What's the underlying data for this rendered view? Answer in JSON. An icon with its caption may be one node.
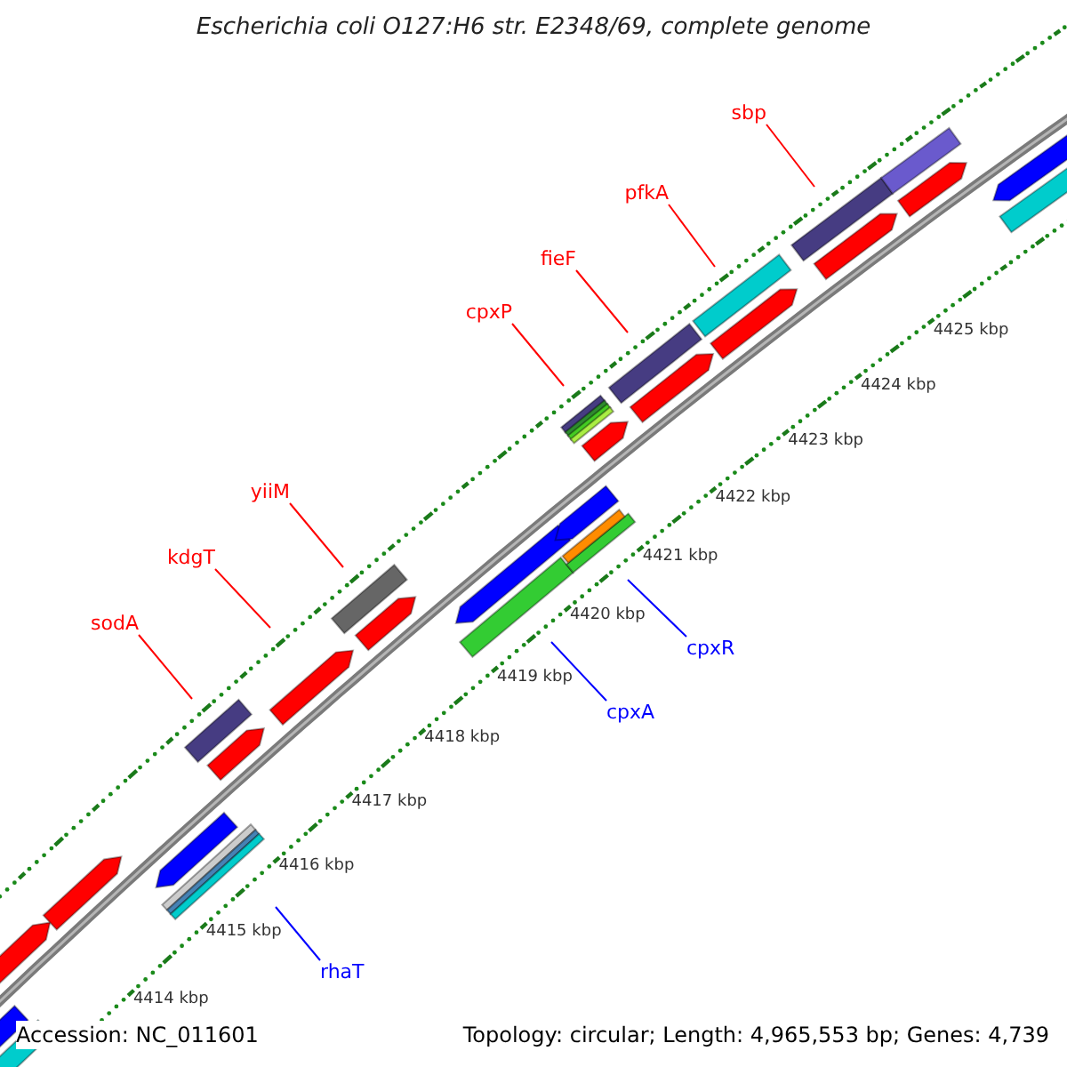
{
  "diagram": {
    "title": "Escherichia coli O127:H6 str. E2348/69, complete genome",
    "nodes": [
      {
        "text": [
          "sbp"
        ]
      },
      {
        "text": [
          "pfkA"
        ]
      },
      {
        "text": [
          "fieF"
        ]
      },
      {
        "text": [
          "cpxP"
        ]
      },
      {
        "text": [
          "yiiM"
        ]
      },
      {
        "text": [
          "kdgT"
        ]
      },
      {
        "text": [
          "sodA"
        ]
      },
      {
        "text": [
          "cpxR"
        ]
      },
      {
        "text": [
          "cpxA"
        ]
      },
      {
        "text": [
          "rhaT"
        ]
      }
    ],
    "edges": [
      {
        "from": 0,
        "to": null,
        "arrow": "none"
      },
      {
        "from": 1,
        "to": null,
        "arrow": "none"
      },
      {
        "from": 2,
        "to": null,
        "arrow": "none"
      },
      {
        "from": 3,
        "to": null,
        "arrow": "none"
      },
      {
        "from": 4,
        "to": null,
        "arrow": "none"
      },
      {
        "from": 5,
        "to": null,
        "arrow": "none"
      },
      {
        "from": 6,
        "to": null,
        "arrow": "none"
      },
      {
        "from": 7,
        "to": null,
        "arrow": "none",
        "color": "#0000ff"
      },
      {
        "from": 8,
        "to": null,
        "arrow": "none",
        "color": "#0000ff"
      },
      {
        "from": 9,
        "to": null,
        "arrow": "none",
        "color": "#0000ff"
      }
    ],
    "labels": [
      "4425 kbp",
      "4424 kbp",
      "4423 kbp",
      "4422 kbp",
      "4421 kbp",
      "4420 kbp",
      "4419 kbp",
      "4418 kbp",
      "4417 kbp",
      "4416 kbp",
      "4415 kbp",
      "4414 kbp",
      "Accession: NC_011601",
      "Topology: circular; Length: 4,965,553 bp; Genes: 4,739"
    ]
  }
}
